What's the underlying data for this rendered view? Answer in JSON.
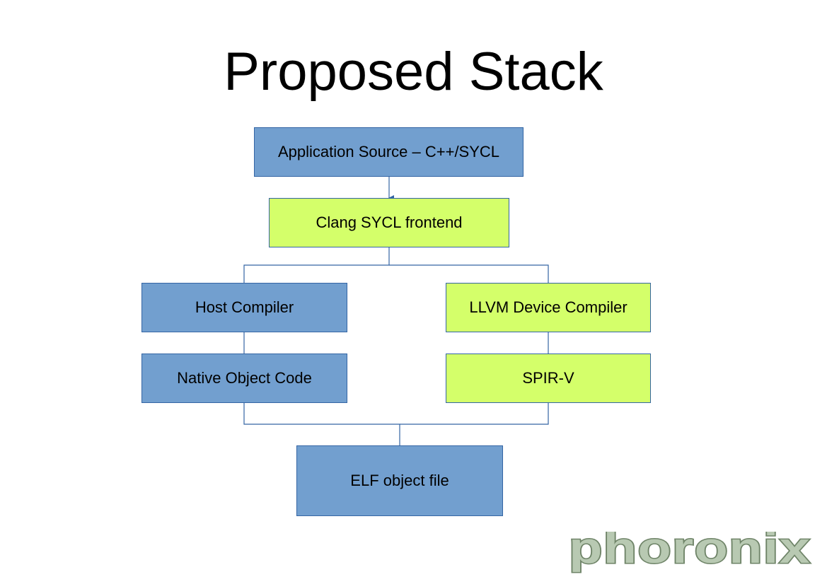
{
  "slide": {
    "title": "Proposed Stack"
  },
  "colors": {
    "blue_box": "#729fcf",
    "green_box": "#d4ff6a",
    "box_border": "#3465a4",
    "connector": "#3465a4"
  },
  "nodes": {
    "app_source": "Application Source – C++/SYCL",
    "clang_frontend": "Clang SYCL frontend",
    "host_compiler": "Host Compiler",
    "llvm_device_compiler": "LLVM Device Compiler",
    "native_object_code": "Native Object Code",
    "spirv": "SPIR-V",
    "elf_object_file": "ELF object file"
  },
  "edges": [
    {
      "from": "app_source",
      "to": "clang_frontend",
      "arrow": true
    },
    {
      "from": "clang_frontend",
      "to": "host_compiler",
      "arrow": false
    },
    {
      "from": "clang_frontend",
      "to": "llvm_device_compiler",
      "arrow": false
    },
    {
      "from": "host_compiler",
      "to": "native_object_code",
      "arrow": false
    },
    {
      "from": "llvm_device_compiler",
      "to": "spirv",
      "arrow": false
    },
    {
      "from": "native_object_code",
      "to": "elf_object_file",
      "arrow": false
    },
    {
      "from": "spirv",
      "to": "elf_object_file",
      "arrow": false
    }
  ],
  "logo": {
    "text": "phoronix"
  }
}
